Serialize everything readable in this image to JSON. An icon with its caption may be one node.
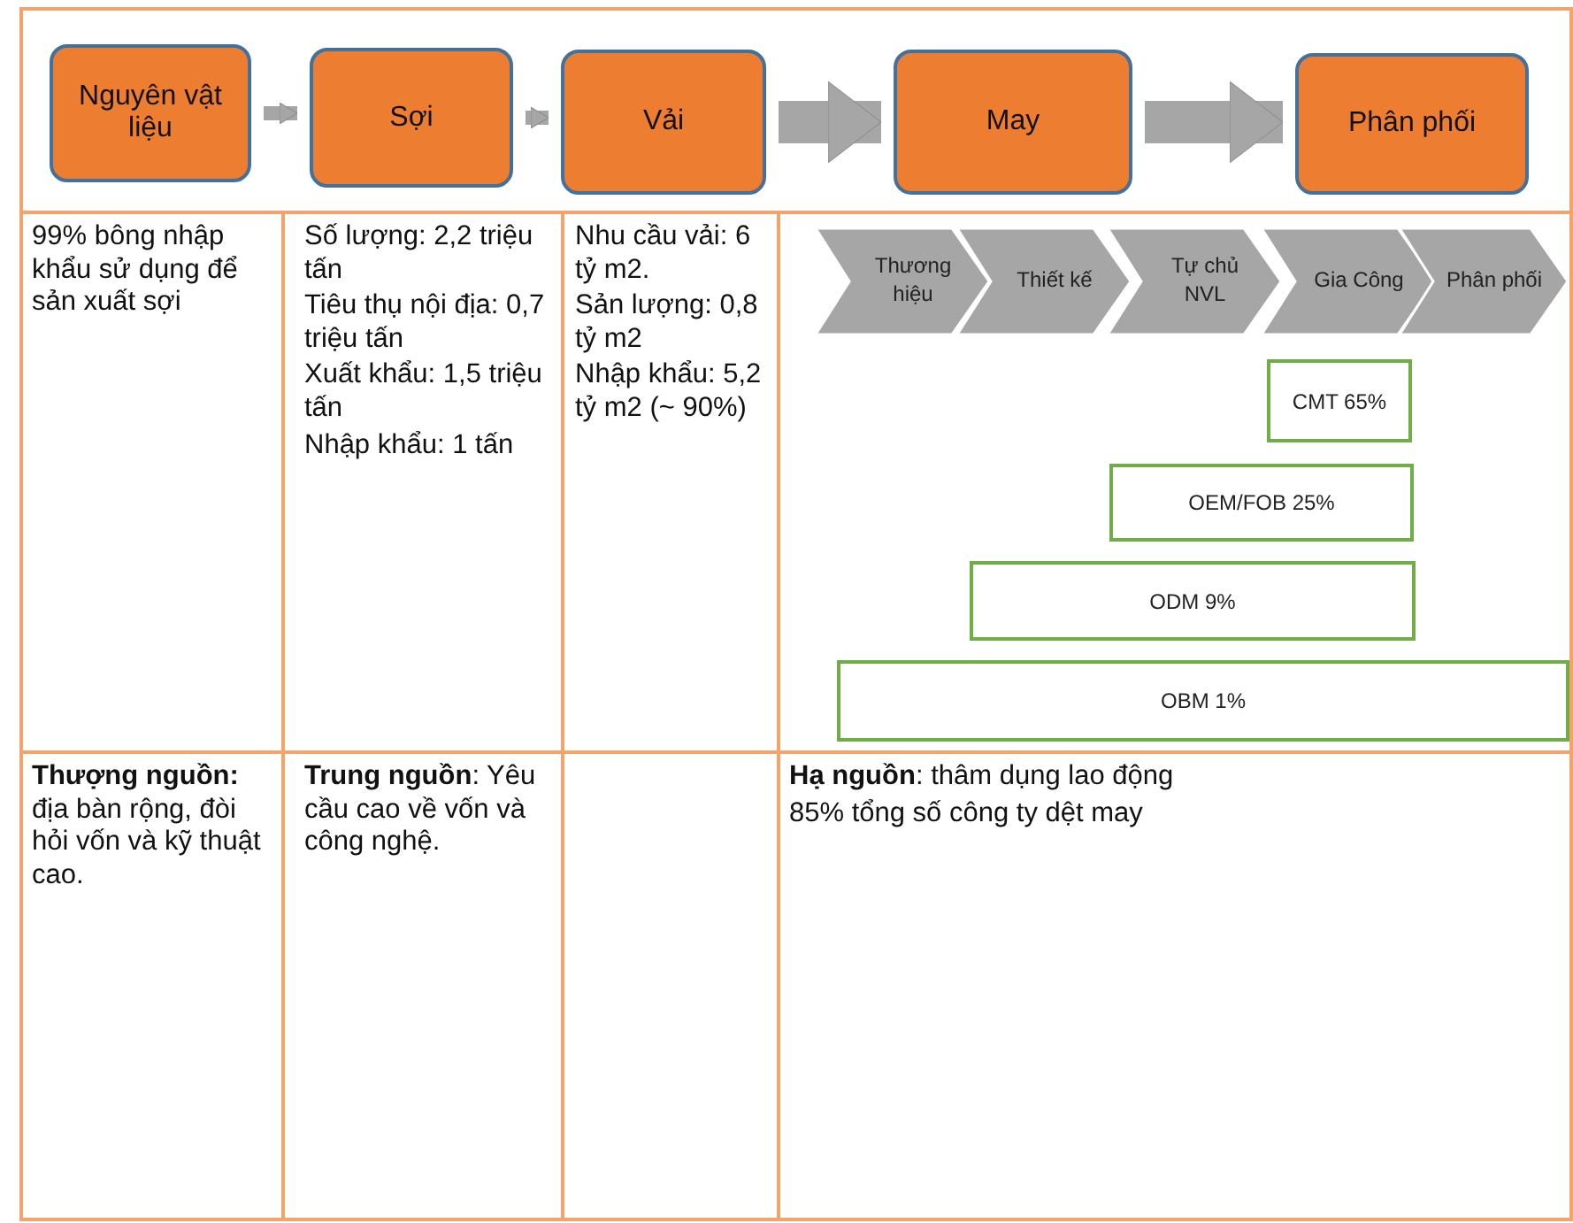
{
  "diagram": {
    "nodes": [
      {
        "text": [
          "Nguyên vật liệu"
        ]
      },
      {
        "text": [
          "Sợi"
        ]
      },
      {
        "text": [
          "Vải"
        ]
      },
      {
        "text": [
          "May"
        ]
      },
      {
        "text": [
          "Phân phối"
        ]
      },
      {
        "text": [
          "Thương hiệu"
        ]
      },
      {
        "text": [
          "Thiết kế"
        ]
      },
      {
        "text": [
          "Tự chủ NVL"
        ]
      },
      {
        "text": [
          "Gia Công"
        ]
      },
      {
        "text": [
          "Phân phối"
        ]
      },
      {
        "text": [
          "CMT 65%"
        ]
      },
      {
        "text": [
          "OEM/FOB 25%"
        ]
      },
      {
        "text": [
          "ODM 9%"
        ]
      },
      {
        "text": [
          "OBM 1%"
        ]
      }
    ],
    "edges": [
      {
        "from": 0,
        "to": 1,
        "arrow": "to"
      },
      {
        "from": 1,
        "to": 2,
        "arrow": "to"
      },
      {
        "from": 2,
        "to": 3,
        "arrow": "to",
        "style": "thick"
      },
      {
        "from": 3,
        "to": 4,
        "arrow": "to",
        "style": "thick"
      }
    ],
    "labels": [
      "99% bông nhập khẩu sử dụng để sản xuất sợi",
      "Số lượng: 2,2 triệu tấn",
      "Tiêu thụ nội địa: 0,7 triệu tấn",
      "Xuất khẩu: 1,5 triệu tấn",
      "Nhập khẩu: 1 tấn",
      "Nhu cầu vải: 6 tỷ m2.",
      "Sản lượng: 0,8 tỷ m2",
      "Nhập khẩu: 5,2 tỷ m2 (~ 90%)",
      "**Thượng nguồn:** địa bàn rộng, đòi hỏi vốn và kỹ thuật cao.",
      "**Trung nguồn**: Yêu cầu cao về vốn và công nghệ.",
      "**Hạ nguồn**: thâm dụng lao động",
      "85% tổng số công ty dệt may"
    ]
  }
}
